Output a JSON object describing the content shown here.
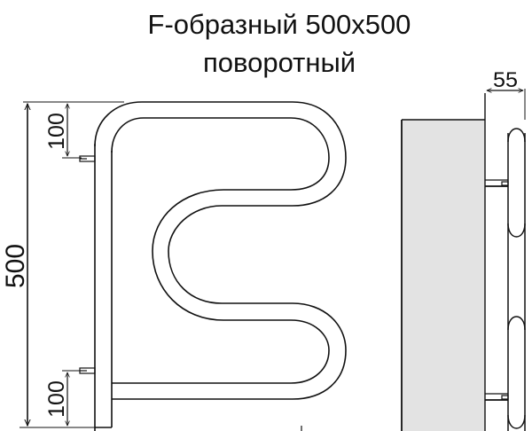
{
  "title": {
    "line1": "F-образный 500x500",
    "line2": "поворотный"
  },
  "front_view": {
    "dimensions": {
      "total_height": "500",
      "top_mount_offset": "100",
      "bottom_mount_offset": "100"
    }
  },
  "side_view": {
    "dimensions": {
      "depth": "55"
    },
    "wall_color": "#e3e3e3"
  },
  "colors": {
    "line": "#111111",
    "background": "#ffffff",
    "wall": "#e3e3e3"
  }
}
